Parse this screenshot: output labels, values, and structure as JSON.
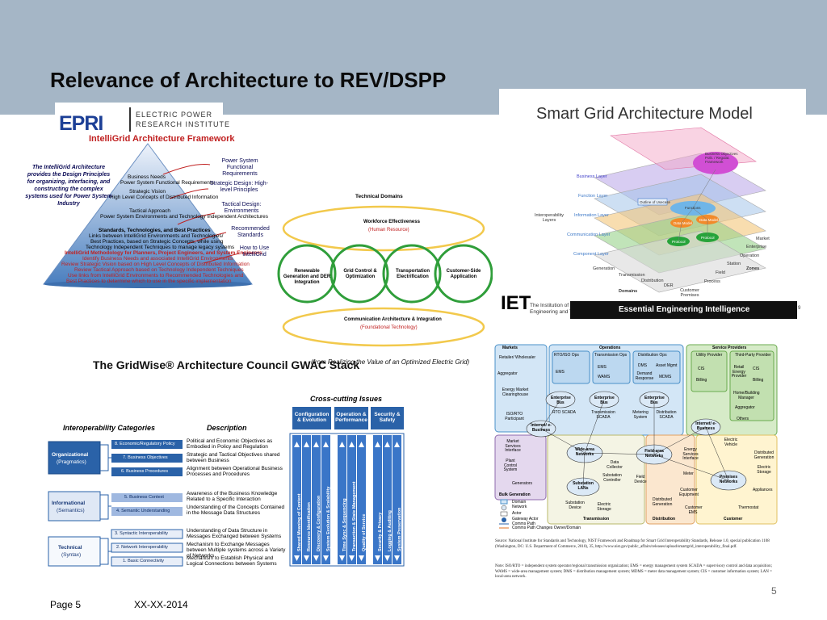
{
  "slide": {
    "title": "Relevance of Architecture to REV/DSPP",
    "footer_page": "Page 5",
    "footer_date": "XX-XX-2014",
    "number": "5"
  },
  "epri": {
    "mark": "EPRI",
    "org_line1": "ELECTRIC POWER",
    "org_line2": "RESEARCH INSTITUTE",
    "framework_title": "IntelliGrid Architecture Framework",
    "intro": "The IntelliGrid Architecture provides the Design Principles for organizing, interfacing, and constructing the complex systems used for Power System Industry",
    "pyramid_levels": [
      "Business Needs",
      "Power System Functional Requirements",
      "Strategic Vision",
      "High Level Concepts of Distributed Information",
      "Tactical Approach",
      "Power System Environments and Technology Independent Architectures",
      "Standards, Technologies, and Best Practices",
      "Links between IntelliGrid Environments and Technologies/",
      "Best Practices, based on Strategic Concepts, while using",
      "Technology Independent Techniques to manage legacy systems",
      "IntelliGrid Methodology for Planners, Project Engineers, and System Engineers",
      "Identify Business Needs and associated IntelliGrid Environments",
      "Review Strategic Vision based on High Level Concepts of Distributed Information",
      "Review Tactical Approach based on Technology Independent Techniques",
      "Use links from IntelliGrid Environments to Recommended Technologies and",
      "Best Practices to determine which to use in the specific implementation"
    ],
    "labels": [
      "Power System Functional Requirements",
      "Strategic Design: High-level Principles",
      "Tactical Design: Environments",
      "Recommended Standards",
      "How to Use IntelliGrid"
    ]
  },
  "technical_domains": {
    "title": "Technical Domains",
    "top": "Workforce Effectiveness",
    "top_sub": "(Human Resource)",
    "circles": [
      "Renewable Generation and DER Integration",
      "Grid Control & Optimization",
      "Transportation Electrification",
      "Customer-Side Application"
    ],
    "bottom": "Communication Architecture & Integration",
    "bottom_sub": "(Foundational Technology)"
  },
  "gridwise": {
    "title": "The GridWise® Architecture Council GWAC Stack",
    "source": "(from Realizing the Value of an Optimized Electric Grid)",
    "cross_cutting_title": "Cross-cutting Issues",
    "col_interop": "Interoperability Categories",
    "col_desc": "Description",
    "categories": [
      {
        "name": "Organizational",
        "sub": "(Pragmatics)"
      },
      {
        "name": "Informational",
        "sub": "(Semantics)"
      },
      {
        "name": "Technical",
        "sub": "(Syntax)"
      }
    ],
    "layers": [
      "8. Economic/Regulatory Policy",
      "7. Business Objectives",
      "6. Business Procedures",
      "5. Business Context",
      "4. Semantic Understanding",
      "3. Syntactic Interoperability",
      "2. Network Interoperability",
      "1. Basic Connectivity"
    ],
    "descriptions": [
      "Political and Economic Objectives as Embodied in Policy and Regulation",
      "Strategic and Tactical Objectives shared between Business",
      "Alignment between Operational Business Processes and Procedures",
      "Awareness of the Business Knowledge Related to a Specific Interaction",
      "Understanding of the Concepts Contained in the Message Data Structures",
      "Understanding of Data Structure in Messages Exchanged between Systems",
      "Mechanism to Exchange Messages between Multiple systems across a Variety of Networks",
      "Mechanism to Establish Physical and Logical Connections between Systems"
    ],
    "cross_headers": [
      "Configuration & Evolution",
      "Operation & Performance",
      "Security & Safety"
    ],
    "cross_columns": [
      "Shared Meaning of Content",
      "Resource Identification",
      "Discovery & Configuration",
      "System Evolution & Scalability",
      "Time Sync & Sequencing",
      "Transaction & State Management",
      "Quality of Service",
      "Security & Privacy",
      "Logging & Auditing",
      "System Preservation"
    ]
  },
  "sgam": {
    "title": "Smart Grid Architecture Model",
    "layers": [
      "Business Layer",
      "Function Layer",
      "Information Layer",
      "Communication Layer",
      "Component Layer"
    ],
    "interop_label": "Interoperability Layers",
    "business_objectives": "Business Objectives Polit. / Regulat. Framework",
    "outline_usecase": "Outline of Usecase",
    "functions": "Functions",
    "data_model_1": "Data Model",
    "data_model_2": "Data Model",
    "protocol_1": "Protocol",
    "protocol_2": "Protocol",
    "zones": [
      "Market",
      "Enterprise",
      "Operation",
      "Station",
      "Field",
      "Process",
      "Zones"
    ],
    "domains": [
      "Generation",
      "Transmission",
      "Distribution",
      "DER",
      "Customer Premises",
      "Domains"
    ],
    "page_num": "9"
  },
  "iet": {
    "logo": "IET",
    "name_line1": "The Institution of",
    "name_line2": "Engineering and Technology",
    "tagline": "Essential Engineering Intelligence"
  },
  "nist": {
    "domains": [
      "Markets",
      "Operations",
      "Service Providers",
      "Bulk Generation",
      "Transmission",
      "Distribution",
      "Customer"
    ],
    "ops_groups": [
      "RTO/ISO Ops",
      "Transmission Ops",
      "Distribution Ops"
    ],
    "sp_groups": [
      "Utility Provider",
      "Third-Party Provider"
    ],
    "market_items": [
      "Retailer/ Wholesaler",
      "Aggregator",
      "Energy Market Clearinghouse",
      "ISO/RTO Participant"
    ],
    "ops_items": [
      "EMS",
      "WAMS",
      "EMS",
      "DMS",
      "Asset Mgmt",
      "Demand Response",
      "MDMS"
    ],
    "buses": [
      "Enterprise Bus",
      "Enterprise Bus",
      "Enterprise Bus"
    ],
    "scada": [
      "RTO SCADA",
      "Transmission SCADA",
      "Metering System",
      "Distribution SCADA"
    ],
    "sp_items": [
      "CIS",
      "Billing",
      "Retail Energy Provider",
      "CIS",
      "Billing",
      "Home/Building Manager",
      "Aggregator",
      "Others"
    ],
    "internet": [
      "Internet/ e-Business",
      "Internet/ e-Business"
    ],
    "networks": [
      "Wide-area Networks",
      "Field-area Networks",
      "Premises Networks",
      "Substation LANs"
    ],
    "field_items": [
      "Market Services Interface",
      "Plant Control System",
      "Generators",
      "Data Collector",
      "Substation Controller",
      "Field Device",
      "Substation Device",
      "Electric Storage",
      "Distributed Generation",
      "Energy Services Interface",
      "Meter",
      "Customer Equipment",
      "Customer EMS",
      "Electric Vehicle",
      "Distributed Generation",
      "Electric Storage",
      "Appliances",
      "Thermostat"
    ],
    "legend": [
      "Domain",
      "Network",
      "Actor",
      "Gateway Actor",
      "Comms Path",
      "Comms Path Changes Owner/Domain"
    ],
    "source": "Source: National Institute for Standards and Technology, NIST Framework and Roadmap for Smart Grid Interoperability Standards, Release 1.0, special publication 1108 (Washington, DC: U.S. Department of Commerce, 2010), 35, http://www.nist.gov/public_affairs/releases/upload/smartgrid_interoperability_final.pdf.",
    "note": "Note: ISO/RTO = independent system operator/regional transmission organization; EMS = energy management system SCADA = supervisory control and data acquisition; WAMS = wide-area management system; DMS = distribution management system; MDMS = meter data management system; CIS = customer information system; LAN = local-area network."
  }
}
